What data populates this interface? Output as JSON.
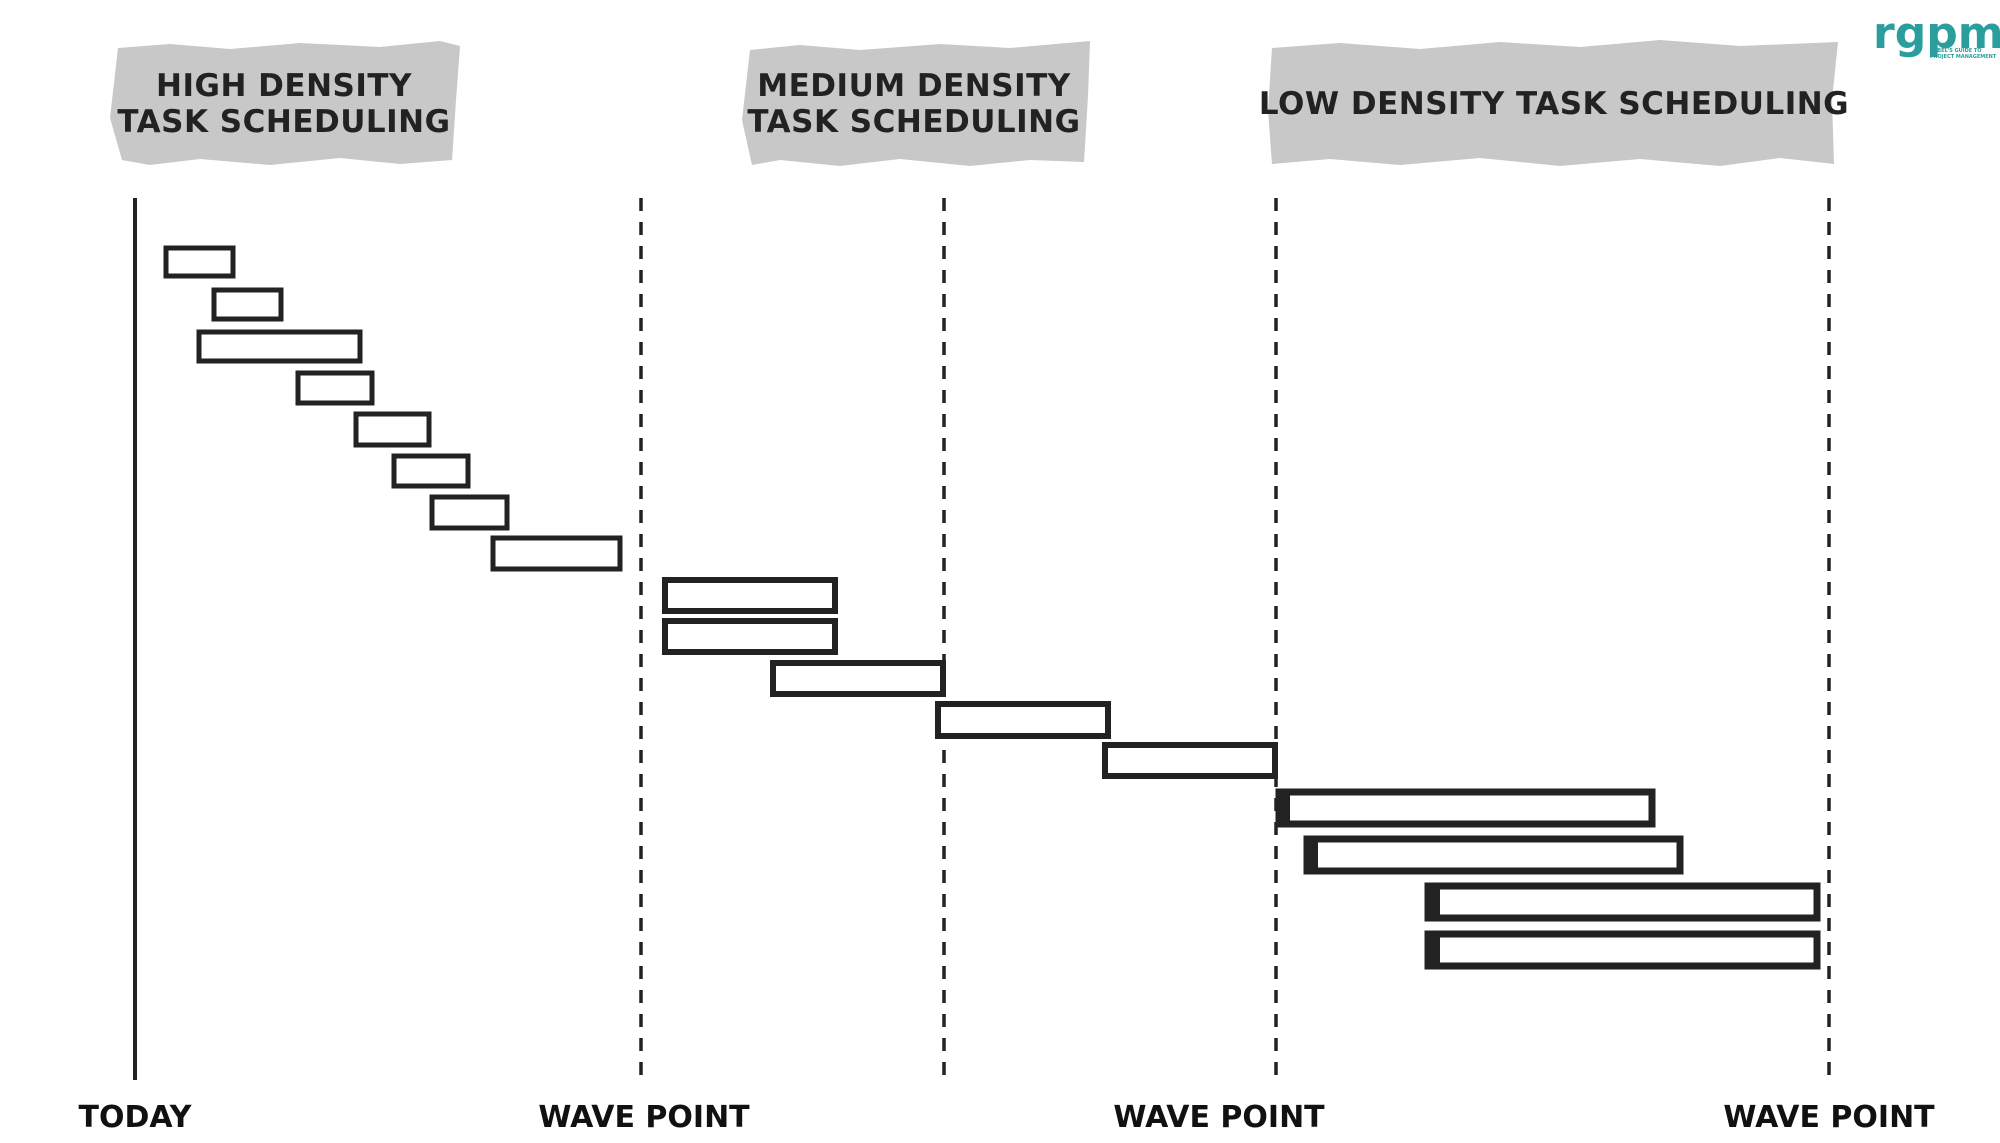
{
  "logo": {
    "wordmark": "rgpm",
    "tagline_line1": "REBEL'S GUIDE TO",
    "tagline_line2": "PROJECT MANAGEMENT",
    "color": "#2a9d9d"
  },
  "colors": {
    "banner": "#c8c8c8",
    "ink": "#222222",
    "bar_fill": "#ffffff"
  },
  "phases": [
    {
      "label_line1": "HIGH DENSITY",
      "label_line2": "TASK SCHEDULING"
    },
    {
      "label_line1": "MEDIUM DENSITY",
      "label_line2": "TASK SCHEDULING"
    },
    {
      "label_line1": "LOW DENSITY TASK SCHEDULING",
      "label_line2": ""
    }
  ],
  "milestones": [
    {
      "label": "TODAY",
      "style": "solid"
    },
    {
      "label": "WAVE POINT",
      "style": "dashed"
    },
    {
      "label": "",
      "style": "dashed"
    },
    {
      "label": "WAVE POINT",
      "style": "dashed"
    },
    {
      "label": "WAVE POINT",
      "style": "dashed"
    }
  ]
}
